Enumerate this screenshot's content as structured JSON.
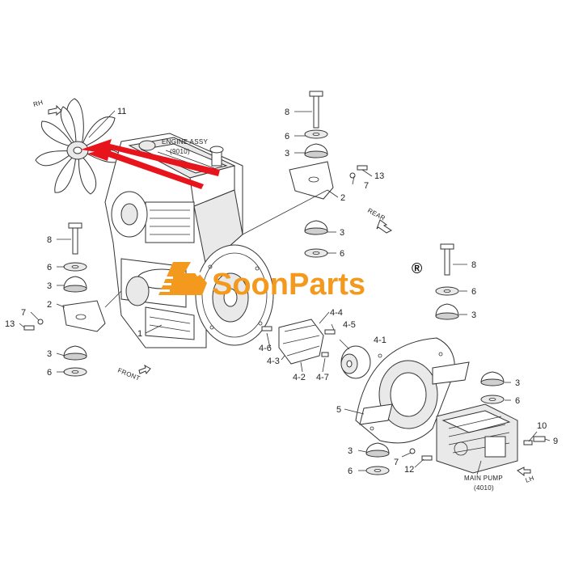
{
  "diagram": {
    "captions": {
      "engine_assy_line1": "ENGINE ASSY",
      "engine_assy_line2": "(9010)",
      "main_pump_line1": "MAIN PUMP",
      "main_pump_line2": "(4010)",
      "direction_rh": "RH",
      "direction_rear": "REAR",
      "direction_front": "FRONT",
      "direction_lh": "LH"
    },
    "watermark": {
      "brand": "SoonParts",
      "registered": "®"
    },
    "callouts": {
      "c11": "11",
      "c8_top": "8",
      "c6_top": "6",
      "c3_top": "3",
      "c13_top": "13",
      "c7_top": "7",
      "c2_top": "2",
      "c3_mid": "3",
      "c6_mid": "6",
      "c8_left": "8",
      "c6_left": "6",
      "c3_left": "3",
      "c2_left": "2",
      "c7_left": "7",
      "c13_left": "13",
      "c1": "1",
      "c3_left_low": "3",
      "c6_left_low": "6",
      "c4_4": "4-4",
      "c4_5": "4-5",
      "c4_6": "4-6",
      "c4_1": "4-1",
      "c4_3": "4-3",
      "c4_2": "4-2",
      "c4_7": "4-7",
      "c8_right": "8",
      "c6_right": "6",
      "c3_right": "3",
      "c3_right_low": "3",
      "c6_right_low": "6",
      "c5": "5",
      "c10": "10",
      "c9": "9",
      "c3_bottom": "3",
      "c7_bottom": "7",
      "c6_bottom": "6",
      "c12": "12"
    },
    "colors": {
      "arrow": "#e8141c",
      "brand": "#f39a1e",
      "ink": "#333333"
    }
  }
}
